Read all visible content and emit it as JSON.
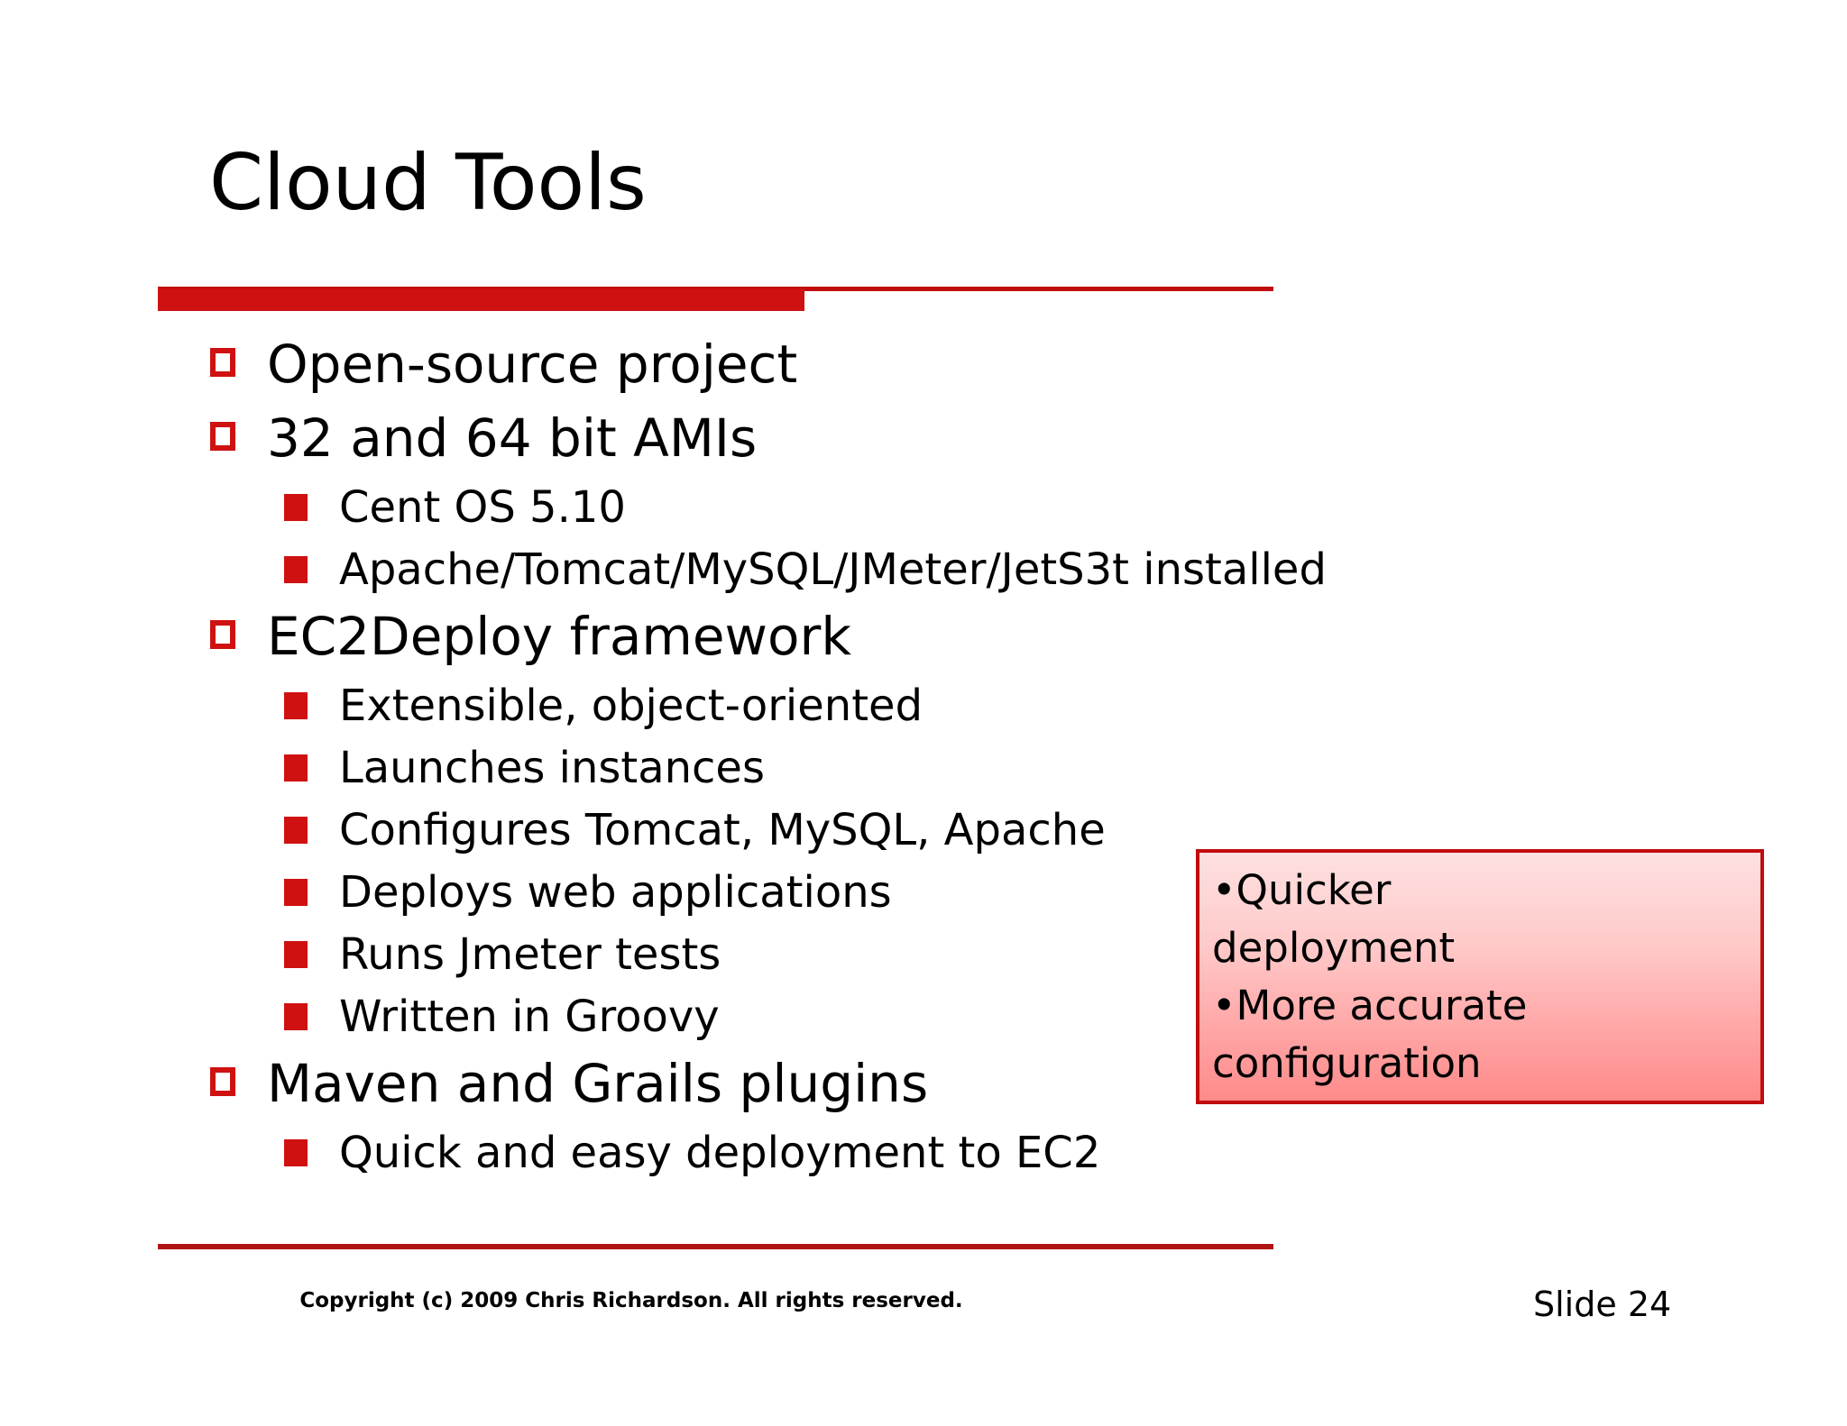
{
  "slide": {
    "title": "Cloud Tools",
    "outline": [
      {
        "level": 1,
        "text": "Open-source project"
      },
      {
        "level": 1,
        "text": "32 and 64 bit AMIs"
      },
      {
        "level": 2,
        "text": "Cent OS 5.10"
      },
      {
        "level": 2,
        "text": "Apache/Tomcat/MySQL/JMeter/JetS3t installed"
      },
      {
        "level": 1,
        "text": "EC2Deploy framework"
      },
      {
        "level": 2,
        "text": "Extensible, object-oriented"
      },
      {
        "level": 2,
        "text": "Launches instances"
      },
      {
        "level": 2,
        "text": "Configures Tomcat, MySQL, Apache"
      },
      {
        "level": 2,
        "text": "Deploys web applications"
      },
      {
        "level": 2,
        "text": "Runs Jmeter tests"
      },
      {
        "level": 2,
        "text": "Written in Groovy"
      },
      {
        "level": 1,
        "text": "Maven and Grails plugins"
      },
      {
        "level": 2,
        "text": "Quick and easy deployment to EC2"
      }
    ],
    "callout": {
      "lines": [
        "•Quicker",
        "deployment",
        "•More accurate",
        "configuration"
      ]
    },
    "footer": {
      "copyright": "Copyright (c) 2009 Chris Richardson. All rights reserved.",
      "slide_number": "Slide 24"
    },
    "colors": {
      "accent_red": "#CF1111",
      "rule_red": "#C00D0D",
      "callout_border": "#C00D0D",
      "callout_gradient_top": "#FDE0E0",
      "callout_gradient_bottom": "#FF8A8A",
      "text": "#000000",
      "background": "#FFFFFF"
    }
  }
}
